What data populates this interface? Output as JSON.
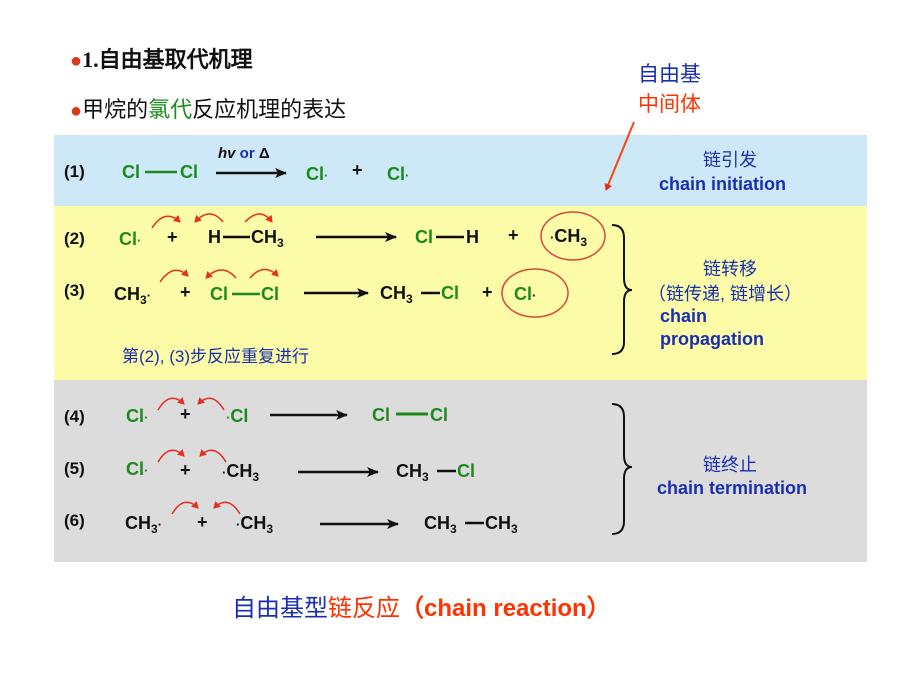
{
  "heading1": {
    "bullet": "●",
    "text": "1.自由基取代机理"
  },
  "heading2": {
    "bullet": "●",
    "part1": "甲烷的",
    "part2": "氯代",
    "part3": "反应机理的表达"
  },
  "annotation": {
    "line1": "自由基",
    "line2": "中间体"
  },
  "rows": [
    {
      "num": "(1)",
      "cl1": "Cl",
      "cl2": "Cl",
      "cond_hv": "hv",
      "cond_or": " or ",
      "cond_delta": "Δ",
      "prod1": "Cl",
      "dot": "·",
      "plus": "+",
      "prod2": "Cl"
    },
    {
      "num": "(2)",
      "r1": "Cl",
      "plus1": "+",
      "h": "H",
      "ch3": "CH",
      "sub3": "3",
      "p1": "Cl",
      "p2": "H",
      "plus2": "+",
      "p3": "CH",
      "p3sub": "3"
    },
    {
      "num": "(3)",
      "r1": "CH",
      "r1sub": "3",
      "plus1": "+",
      "cl1": "Cl",
      "cl2": "Cl",
      "p1": "CH",
      "p1sub": "3",
      "p2": "Cl",
      "plus2": "+",
      "p3": "Cl"
    },
    {
      "num": "(4)",
      "r1": "Cl",
      "plus": "+",
      "r2": "Cl",
      "p1": "Cl",
      "p2": "Cl"
    },
    {
      "num": "(5)",
      "r1": "Cl",
      "plus": "+",
      "r2": "CH",
      "r2sub": "3",
      "p1": "CH",
      "p1sub": "3",
      "p2": "Cl"
    },
    {
      "num": "(6)",
      "r1": "CH",
      "r1sub": "3",
      "plus": "+",
      "r2": "CH",
      "r2sub": "3",
      "p1": "CH",
      "p1sub": "3",
      "p2": "CH",
      "p2sub": "3"
    }
  ],
  "repeat_note": "第(2), (3)步反应重复进行",
  "labels": {
    "initiation_cn": "链引发",
    "initiation_en": "chain initiation",
    "propagation_cn": "链转移",
    "propagation_paren": "（链传递, 链增长）",
    "propagation_en1": "chain",
    "propagation_en2": "propagation",
    "termination_cn": "链终止",
    "termination_en": "chain termination"
  },
  "footer": {
    "part1": "自由基型",
    "part2": "链反应",
    "part3": "（chain reaction）"
  },
  "colors": {
    "band_initiation": "#cde8f6",
    "band_propagation": "#fbfba8",
    "band_termination": "#dcdcdc",
    "green": "#1c8a1c",
    "blue": "#1a2fb0",
    "red": "#ff3300"
  }
}
